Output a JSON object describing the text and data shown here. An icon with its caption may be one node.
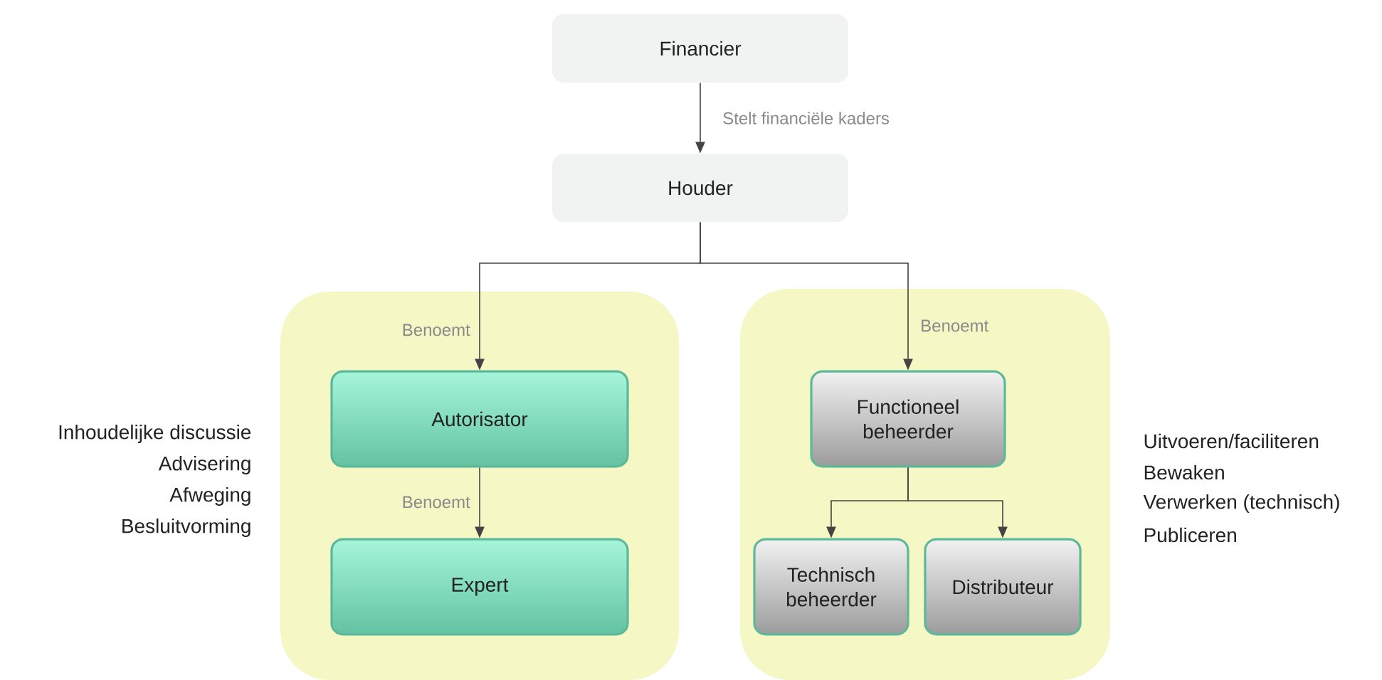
{
  "diagram": {
    "nodes": [
      {
        "text": [
          "Financier"
        ]
      },
      {
        "text": [
          "Houder"
        ]
      },
      {
        "text": [],
        "shape": "box"
      },
      {
        "text": [
          "Autorisator"
        ],
        "in": 2
      },
      {
        "text": [
          "Expert"
        ],
        "in": 2
      },
      {
        "text": [],
        "shape": "box"
      },
      {
        "text": [
          "Functioneel beheerder"
        ],
        "in": 5
      },
      {
        "text": [
          "Technisch beheerder"
        ],
        "in": 5
      },
      {
        "text": [
          "Distributeur"
        ],
        "in": 5
      }
    ],
    "edges": [
      {
        "from": 0,
        "to": 1,
        "arrow": "to",
        "label": "Stelt financiële kaders"
      },
      {
        "from": 1,
        "to": 3,
        "arrow": "to",
        "label": "Benoemt"
      },
      {
        "from": 1,
        "to": 6,
        "arrow": "to",
        "label": "Benoemt"
      },
      {
        "from": 3,
        "to": 4,
        "arrow": "to",
        "label": "Benoemt"
      },
      {
        "from": 6,
        "to": 7,
        "arrow": "to"
      },
      {
        "from": 6,
        "to": 8,
        "arrow": "to"
      }
    ],
    "labels": [
      "Inhoudelijke discussie",
      "Advisering",
      "Afweging",
      "Besluitvorming",
      "Uitvoeren/faciliteren",
      "Bewaken",
      "Verwerken (technisch)",
      "Publiceren"
    ]
  }
}
